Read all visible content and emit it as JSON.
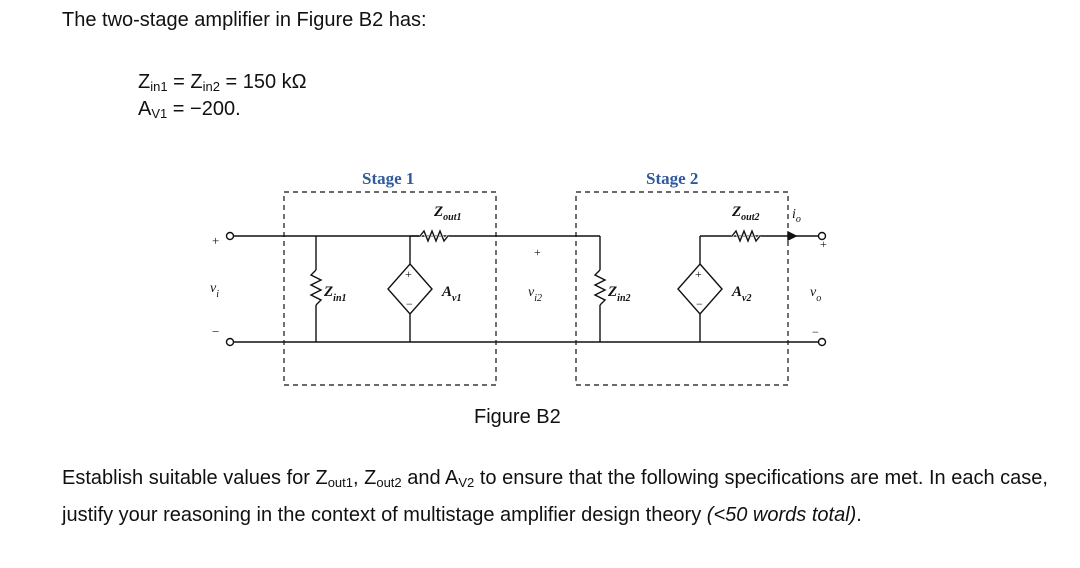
{
  "intro": "The two-stage amplifier in Figure B2 has:",
  "params": [
    {
      "a": "Z",
      "a_sub": "in1",
      "mid": " = Z",
      "b_sub": "in2",
      "rest": " = 150 kΩ"
    },
    {
      "a": "A",
      "a_sub": "V1",
      "rest": " = −200."
    }
  ],
  "figure": {
    "caption": "Figure B2",
    "stage1_label": "Stage 1",
    "stage2_label": "Stage 2",
    "vi": "v",
    "vi_sub": "i",
    "zin1": "Z",
    "zin1_sub": "in1",
    "zout1": "Z",
    "zout1_sub": "out1",
    "av1": "A",
    "av1_sub": "v1",
    "vi2": "v",
    "vi2_sub": "i2",
    "zin2": "Z",
    "zin2_sub": "in2",
    "zout2": "Z",
    "zout2_sub": "out2",
    "av2": "A",
    "av2_sub": "v2",
    "io": "i",
    "io_sub": "o",
    "vo": "v",
    "vo_sub": "o",
    "plus": "+",
    "minus": "−"
  },
  "question": {
    "t1": "Establish suitable values for Z",
    "s1": "out1",
    "t2": ", Z",
    "s2": "out2",
    "t3": " and A",
    "s3": "V2",
    "t4": " to ensure that the following specifications are met. In each case, justify your reasoning in the context of multistage amplifier design theory ",
    "em": "(<50 words total)",
    "t5": "."
  }
}
